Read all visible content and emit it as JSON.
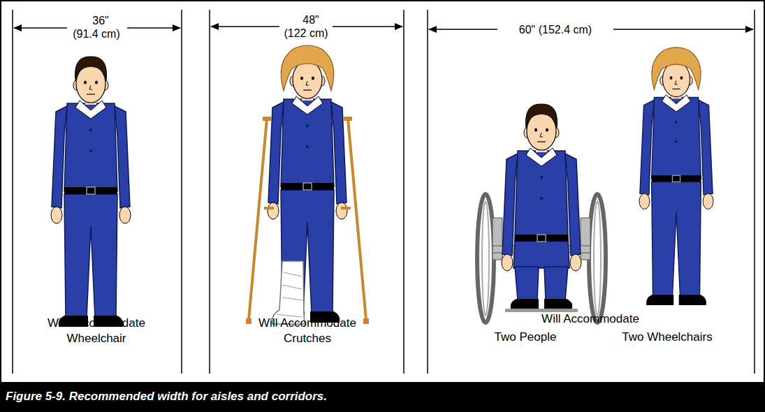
{
  "diagram": {
    "caption": "Figure 5-9. Recommended width for aisles and corridors.",
    "labels": [
      "36\" (91.4 cm)",
      "48\" (122 cm)",
      "60\" (152.4 cm)",
      "Will Accommodate Wheelchair",
      "Will Accommodate Crutches",
      "Will Accommodate",
      "Two People",
      "Two Wheelchairs"
    ]
  }
}
